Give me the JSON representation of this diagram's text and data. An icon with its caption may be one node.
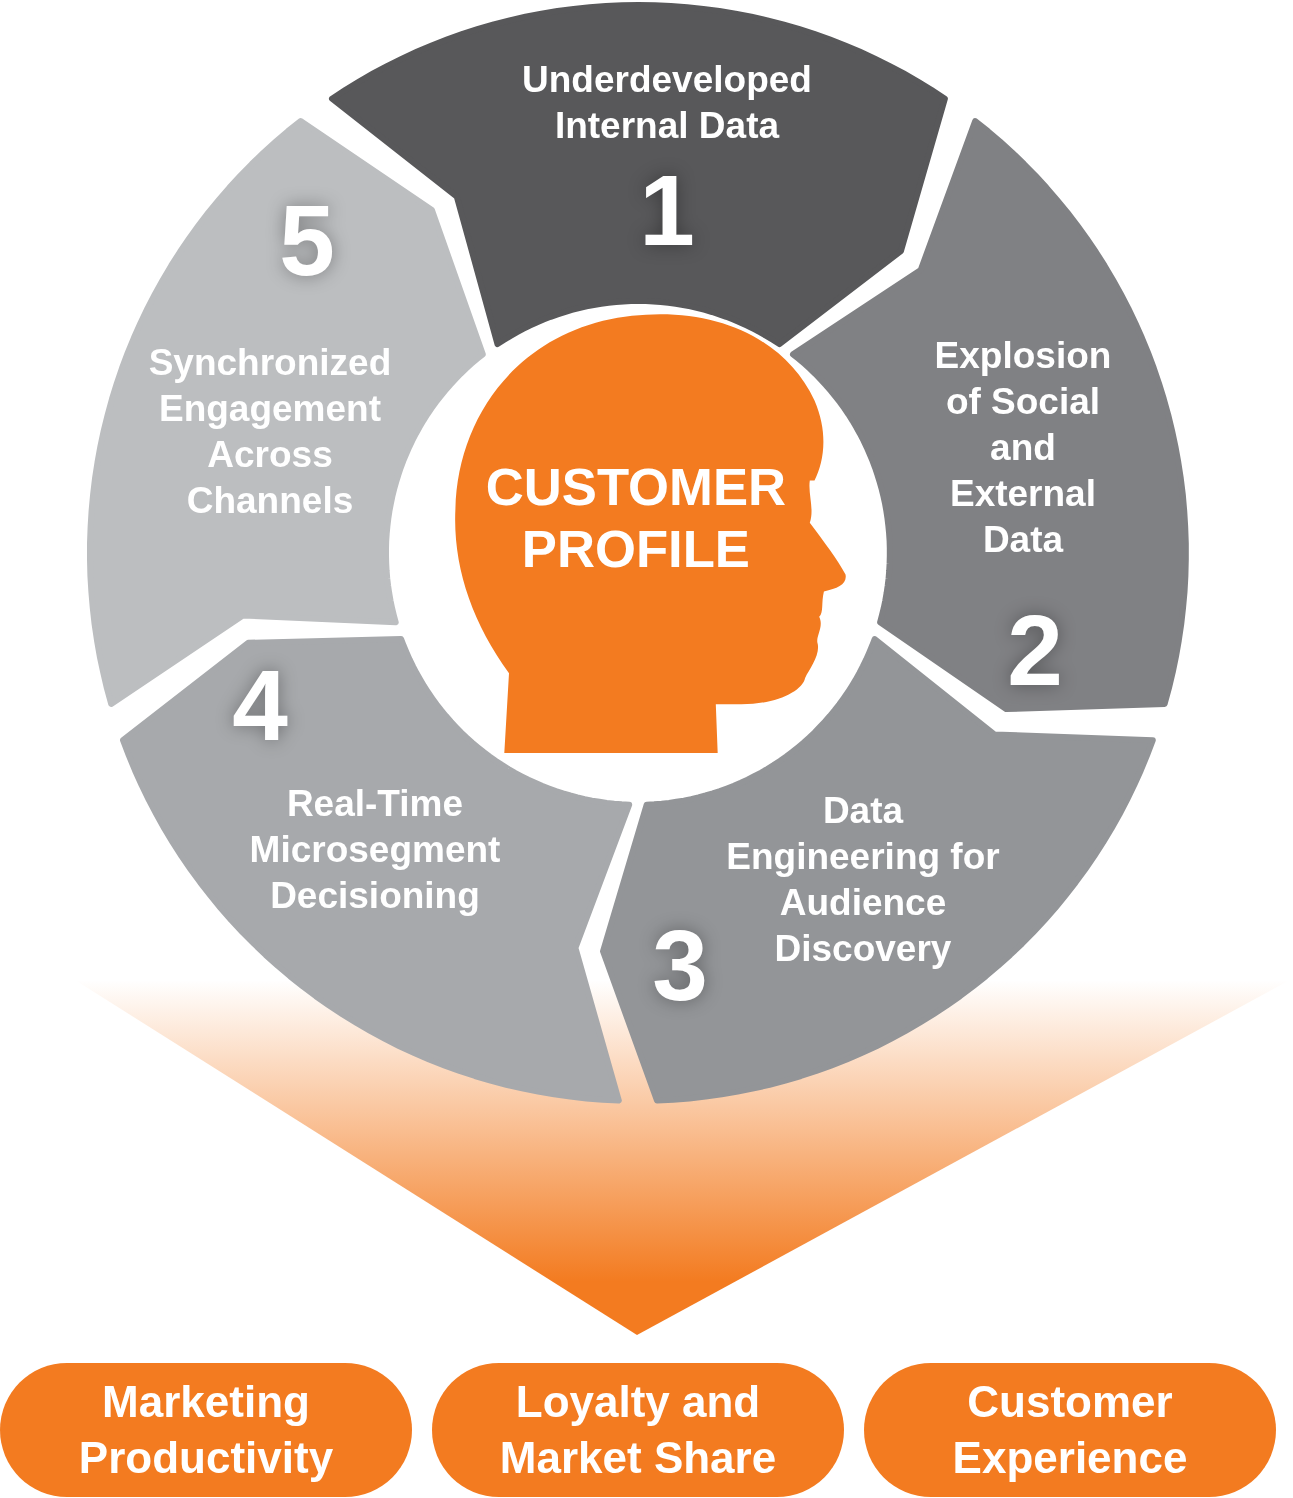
{
  "diagram": {
    "nodes": [
      {
        "text": [
          "Underdeveloped Internal Data",
          "1"
        ]
      },
      {
        "text": [
          "Explosion of Social and External Data",
          "2"
        ]
      },
      {
        "text": [
          "Data Engineering for Audience Discovery",
          "3"
        ]
      },
      {
        "text": [
          "4",
          "Real-Time Microsegment Decisioning"
        ]
      },
      {
        "text": [
          "5",
          "Synchronized Engagement Across Channels"
        ]
      },
      {
        "text": [
          "CUSTOMER PROFILE"
        ]
      },
      {
        "text": [
          "Marketing Productivity"
        ]
      },
      {
        "text": [
          "Loyalty and Market Share"
        ]
      },
      {
        "text": [
          "Customer Experience"
        ]
      }
    ]
  }
}
